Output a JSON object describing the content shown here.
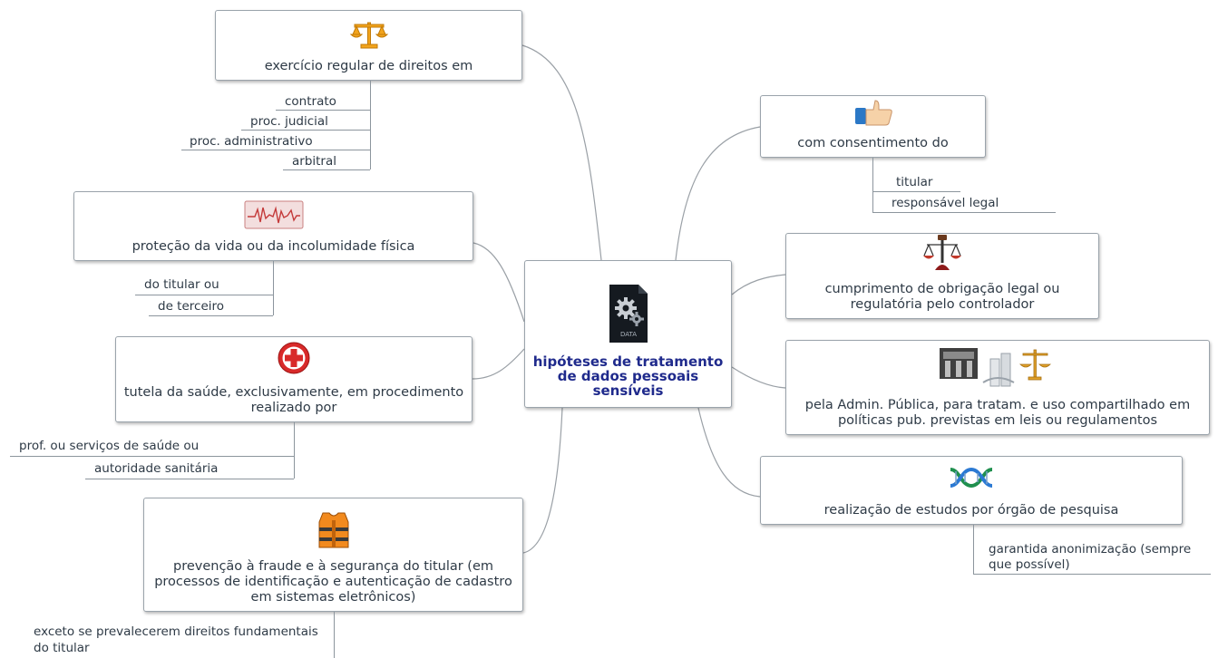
{
  "center": {
    "title": "hipóteses de tratamento de dados pessoais sensíveis",
    "icon": "data-gears-file-icon",
    "icon_text": "DATA"
  },
  "topics": {
    "exercicio": {
      "label": "exercício regular de direitos em",
      "icon": "scales-of-justice-icon",
      "items": [
        "contrato",
        "proc. judicial",
        "proc. administrativo",
        "arbitral"
      ]
    },
    "protecao": {
      "label": "proteção da vida ou da incolumidade física",
      "icon": "heartbeat-monitor-icon",
      "items": [
        "do titular ou",
        "de terceiro"
      ]
    },
    "tutela": {
      "label": "tutela da saúde, exclusivamente, em procedimento realizado por",
      "icon": "red-cross-icon",
      "items": [
        "prof. ou serviços de saúde ou",
        "autoridade sanitária"
      ]
    },
    "prevencao": {
      "label": "prevenção à fraude e à segurança do titular (em processos de identificação e autenticação de cadastro em sistemas eletrônicos)",
      "icon": "life-vest-icon",
      "items": [
        "exceto se prevalecerem direitos fundamentais do titular"
      ]
    },
    "consentimento": {
      "label": "com consentimento do",
      "icon": "thumbs-up-icon",
      "items": [
        "titular",
        "responsável legal"
      ]
    },
    "cumprimento": {
      "label": "cumprimento de obrigação legal ou regulatória pelo controlador",
      "icon": "gavel-scales-icon",
      "items": []
    },
    "admin": {
      "label": "pela Admin. Pública, para tratam. e uso compartilhado em políticas pub. previstas em leis ou regulamentos",
      "icon": "government-buildings-icon",
      "items": []
    },
    "estudos": {
      "label": "realização de estudos por órgão de pesquisa",
      "icon": "dna-helix-icon",
      "items": [
        "garantida anonimização (sempre que possível)"
      ]
    }
  },
  "colors": {
    "node_border": "#9aa3ab",
    "connector": "#8c959d",
    "center_title": "#1f2a8c",
    "text": "#2e3a46"
  }
}
